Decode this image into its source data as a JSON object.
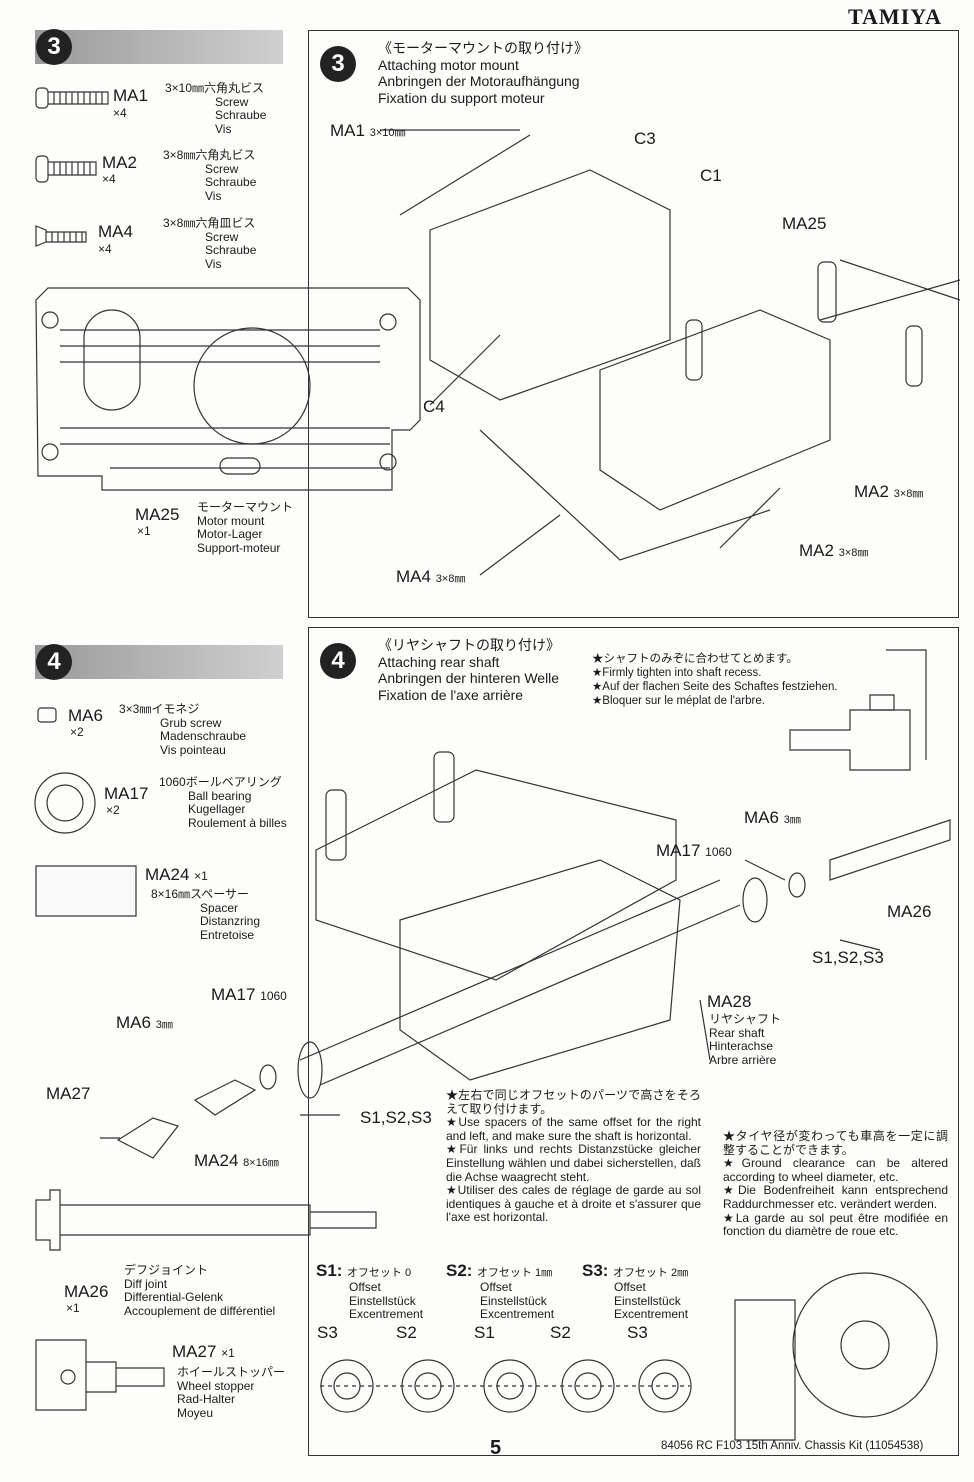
{
  "brand": "TAMIYA",
  "step3": {
    "number": "3",
    "parts": [
      {
        "code": "MA1",
        "qty": "×4",
        "desc": [
          "3×10㎜六角丸ビス",
          "Screw",
          "Schraube",
          "Vis"
        ]
      },
      {
        "code": "MA2",
        "qty": "×4",
        "desc": [
          "3×8㎜六角丸ビス",
          "Screw",
          "Schraube",
          "Vis"
        ]
      },
      {
        "code": "MA4",
        "qty": "×4",
        "desc": [
          "3×8㎜六角皿ビス",
          "Screw",
          "Schraube",
          "Vis"
        ]
      },
      {
        "code": "MA25",
        "qty": "×1",
        "desc": [
          "モーターマウント",
          "Motor mount",
          "Motor-Lager",
          "Support-moteur"
        ]
      }
    ],
    "title": [
      "《モーターマウントの取り付け》",
      "Attaching motor mount",
      "Anbringen der Motoraufhängung",
      "Fixation du support moteur"
    ],
    "callouts": {
      "ma1": "MA1",
      "ma1_size": "3×10㎜",
      "c3": "C3",
      "c1": "C1",
      "ma25": "MA25",
      "c4": "C4",
      "ma2a": "MA2",
      "ma2a_size": "3×8㎜",
      "ma2b": "MA2",
      "ma2b_size": "3×8㎜",
      "ma4": "MA4",
      "ma4_size": "3×8㎜"
    }
  },
  "step4": {
    "number": "4",
    "parts": [
      {
        "code": "MA6",
        "qty": "×2",
        "desc": [
          "3×3㎜イモネジ",
          "Grub screw",
          "Madenschraube",
          "Vis pointeau"
        ]
      },
      {
        "code": "MA17",
        "qty": "×2",
        "desc": [
          "1060ボールベアリング",
          "Ball bearing",
          "Kugellager",
          "Roulement à billes"
        ]
      },
      {
        "code": "MA24",
        "qty": "×1",
        "desc": [
          "8×16㎜スペーサー",
          "Spacer",
          "Distanzring",
          "Entretoise"
        ]
      },
      {
        "code": "MA26",
        "qty": "×1",
        "desc": [
          "デフジョイント",
          "Diff joint",
          "Differential-Gelenk",
          "Accouplement de différentiel"
        ]
      },
      {
        "code": "MA27",
        "qty": "×1",
        "desc": [
          "ホイールストッパー",
          "Wheel stopper",
          "Rad-Halter",
          "Moyeu"
        ]
      }
    ],
    "title": [
      "《リヤシャフトの取り付け》",
      "Attaching rear shaft",
      "Anbringen der hinteren Welle",
      "Fixation de l'axe arrière"
    ],
    "tip": [
      "★シャフトのみぞに合わせてとめます。",
      "★Firmly tighten into shaft recess.",
      "★Auf der flachen Seite des Schaftes festziehen.",
      "★Bloquer sur le méplat de l'arbre."
    ],
    "callouts": {
      "ma6_r": "MA6",
      "ma6_r_size": "3㎜",
      "ma17_r": "MA17",
      "ma17_r_size": "1060",
      "ma26": "MA26",
      "s_r": "S1,S2,S3",
      "ma28": "MA28",
      "ma28_desc": [
        "リヤシャフト",
        "Rear shaft",
        "Hinterachse",
        "Arbre arrière"
      ],
      "ma17_l": "MA17",
      "ma17_l_size": "1060",
      "ma6_l": "MA6",
      "ma6_l_size": "3㎜",
      "ma27": "MA27",
      "s_l": "S1,S2,S3",
      "ma24": "MA24",
      "ma24_size": "8×16㎜"
    },
    "note_offset": [
      "★左右で同じオフセットのパーツで高さをそろえて取り付けます。",
      "★Use spacers of the same offset for the right and left, and make sure the shaft is horizontal.",
      "★Für links und rechts Distanzstücke gleicher Einstellung wählen und dabei sicherstellen, daß die Achse waagrecht steht.",
      "★Utiliser des cales de réglage de garde au sol identiques à gauche et à droite et s'assurer que l'axe est horizontal."
    ],
    "note_clearance": [
      "★タイヤ径が変わっても車高を一定に調整することができます。",
      "★Ground clearance can be altered according to wheel diameter, etc.",
      "★Die Bodenfreiheit kann entsprechend Raddurchmesser etc. verändert werden.",
      "★La garde au sol peut être modifiée en fonction du diamètre de roue etc."
    ],
    "offsets": [
      {
        "code": "S1:",
        "jp": "オフセット 0",
        "desc": [
          "Offset",
          "Einstellstück",
          "Excentrement"
        ]
      },
      {
        "code": "S2:",
        "jp": "オフセット 1㎜",
        "desc": [
          "Offset",
          "Einstellstück",
          "Excentrement"
        ]
      },
      {
        "code": "S3:",
        "jp": "オフセット 2㎜",
        "desc": [
          "Offset",
          "Einstellstück",
          "Excentrement"
        ]
      }
    ],
    "spacer_row": [
      "S3",
      "S2",
      "S1",
      "S2",
      "S3"
    ]
  },
  "footer": {
    "page": "5",
    "kit": "84056 RC F103 15th Anniv. Chassis Kit (11054538)"
  }
}
